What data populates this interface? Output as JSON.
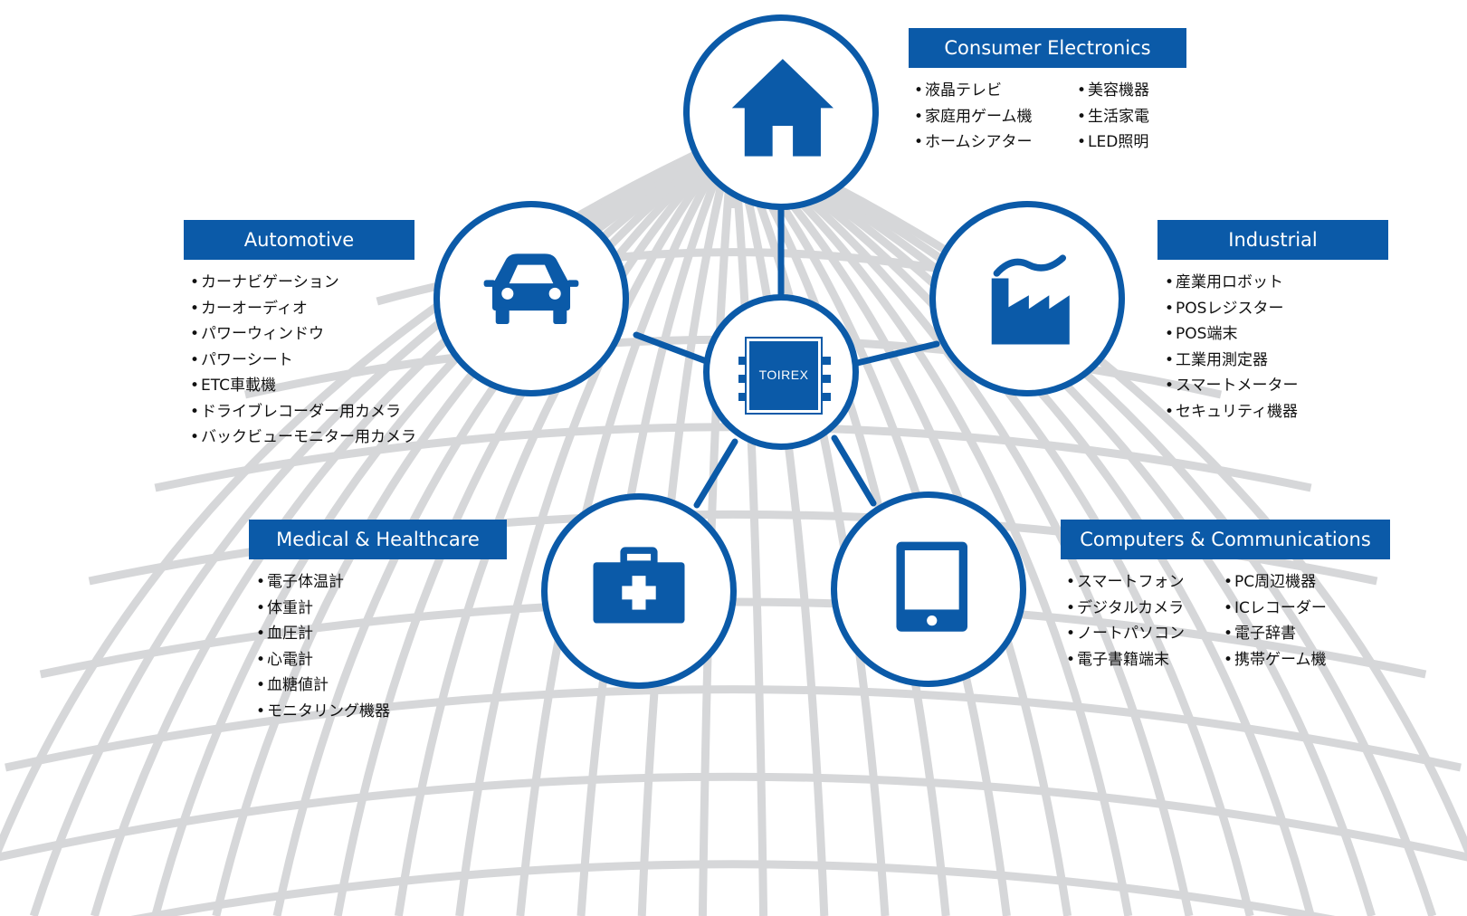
{
  "hub": {
    "logo": "TOIREX"
  },
  "colors": {
    "brand_blue": "#0b5aa8",
    "globe_lines": "#d6d7d9"
  },
  "categories": {
    "consumer": {
      "label": "Consumer Electronics",
      "icon": "home-icon",
      "items_left": [
        "液晶テレビ",
        "家庭用ゲーム機",
        "ホームシアター"
      ],
      "items_right": [
        "美容機器",
        "生活家電",
        "LED照明"
      ]
    },
    "automotive": {
      "label": "Automotive",
      "icon": "car-icon",
      "items": [
        "カーナビゲーション",
        "カーオーディオ",
        "パワーウィンドウ",
        "パワーシート",
        "ETC車載機",
        "ドライブレコーダー用カメラ",
        "バックビューモニター用カメラ"
      ]
    },
    "industrial": {
      "label": "Industrial",
      "icon": "factory-icon",
      "items": [
        "産業用ロボット",
        "POSレジスター",
        "POS端末",
        "工業用測定器",
        "スマートメーター",
        "セキュリティ機器"
      ]
    },
    "medical": {
      "label": "Medical & Healthcare",
      "icon": "medical-kit-icon",
      "items": [
        "電子体温計",
        "体重計",
        "血圧計",
        "心電計",
        "血糖値計",
        "モニタリング機器"
      ]
    },
    "computers": {
      "label": "Computers & Communications",
      "icon": "tablet-icon",
      "items_left": [
        "スマートフォン",
        "デジタルカメラ",
        "ノートパソコン",
        "電子書籍端末"
      ],
      "items_right": [
        "PC周辺機器",
        "ICレコーダー",
        "電子辞書",
        "携帯ゲーム機"
      ]
    }
  }
}
